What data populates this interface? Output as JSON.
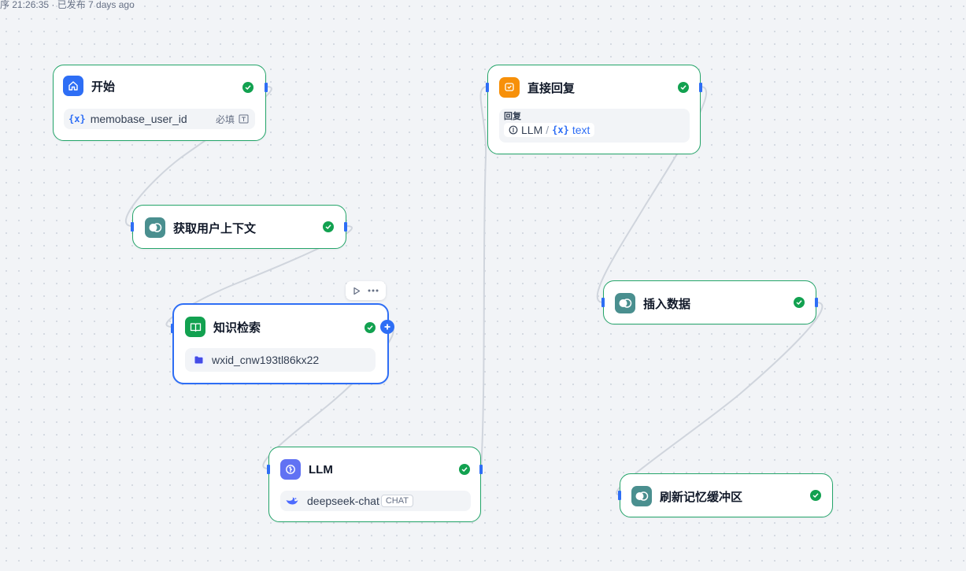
{
  "topbar": {
    "status_text": "序 21:26:35 · 已发布 7 days ago"
  },
  "nodes": {
    "start": {
      "title": "开始",
      "variable": "memobase_user_id",
      "required_label": "必填"
    },
    "get_context": {
      "title": "获取用户上下文"
    },
    "knowledge": {
      "title": "知识检索",
      "dataset": "wxid_cnw193tl86kx22"
    },
    "llm": {
      "title": "LLM",
      "model": "deepseek-chat",
      "model_mode": "CHAT"
    },
    "reply": {
      "title": "直接回复",
      "field_label": "回复",
      "ref_source": "LLM",
      "ref_separator": "/",
      "ref_var": "text"
    },
    "insert": {
      "title": "插入数据"
    },
    "flush": {
      "title": "刷新记忆缓冲区"
    }
  },
  "colors": {
    "node_border": "#24a56a",
    "selected_border": "#2e6ef5",
    "start_icon": "#2e6ef5",
    "reply_icon": "#f79009",
    "knowledge_icon": "#12a150",
    "llm_icon": "#6172f3",
    "memobase_icon": "#4a8f8f",
    "edge": "#d0d5dd"
  }
}
